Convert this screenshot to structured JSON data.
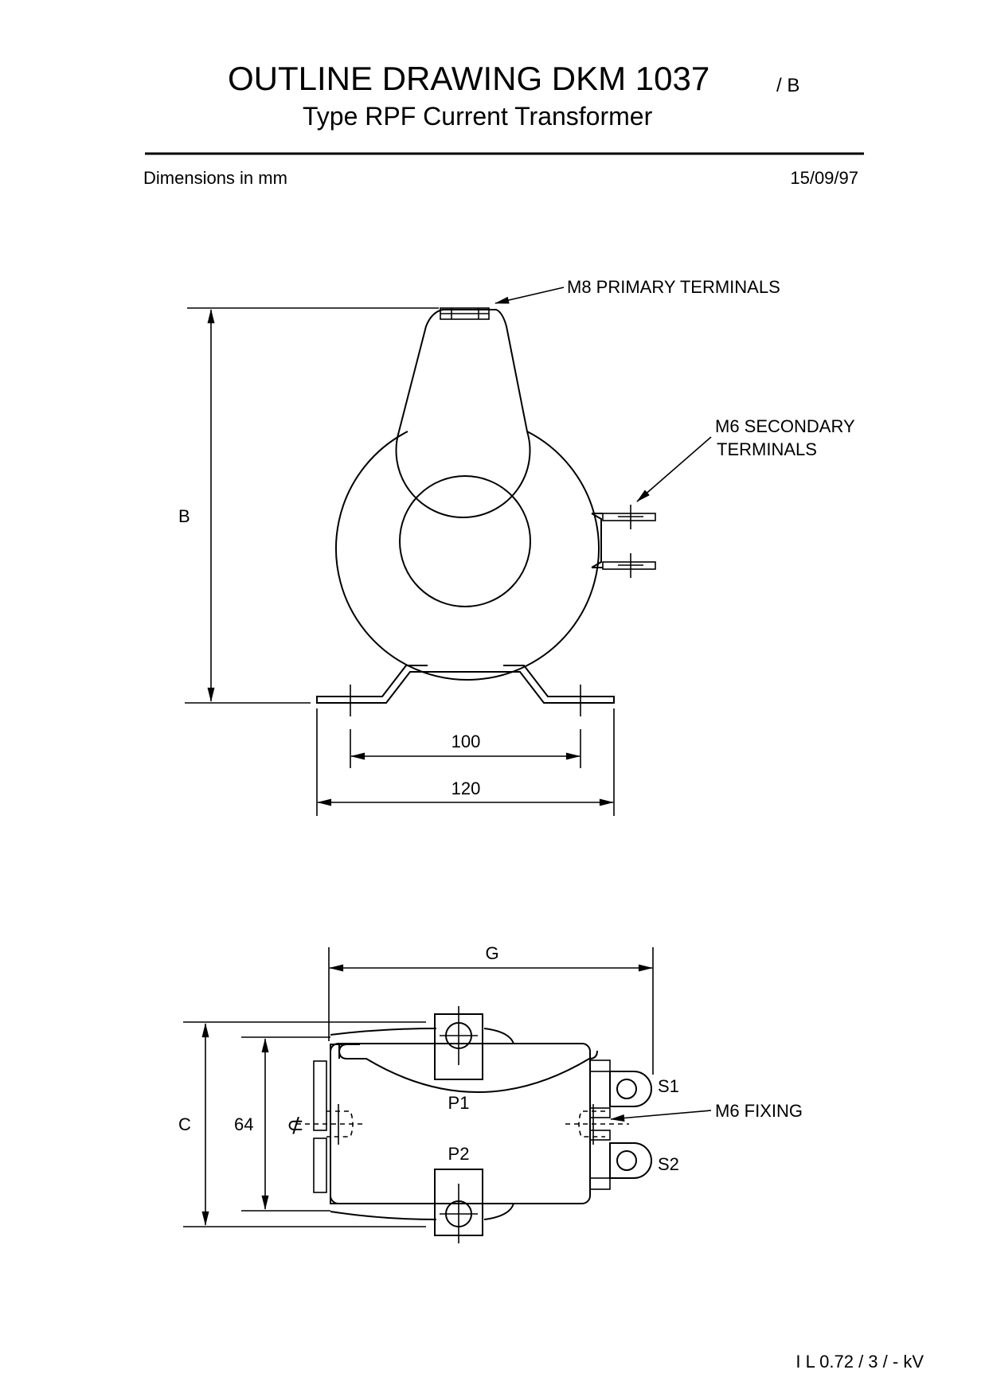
{
  "header": {
    "title": "OUTLINE DRAWING DKM 1037",
    "revision": "/ B",
    "subtitle": "Type RPF Current Transformer",
    "units_note": "Dimensions in mm",
    "date": "15/09/97"
  },
  "front_view": {
    "primary_label": "M8 PRIMARY TERMINALS",
    "secondary_label_1": "M6 SECONDARY",
    "secondary_label_2": "TERMINALS",
    "dim_height": "B",
    "dim_inner": "100",
    "dim_outer": "120"
  },
  "top_view": {
    "dim_width": "G",
    "dim_depth": "C",
    "dim_inner": "64",
    "centreline_symbol": "⊄",
    "terminal_p1": "P1",
    "terminal_p2": "P2",
    "terminal_s1": "S1",
    "terminal_s2": "S2",
    "fixing_label": "M6 FIXING"
  },
  "footer": {
    "rating": "I L 0.72 / 3 / - kV"
  }
}
